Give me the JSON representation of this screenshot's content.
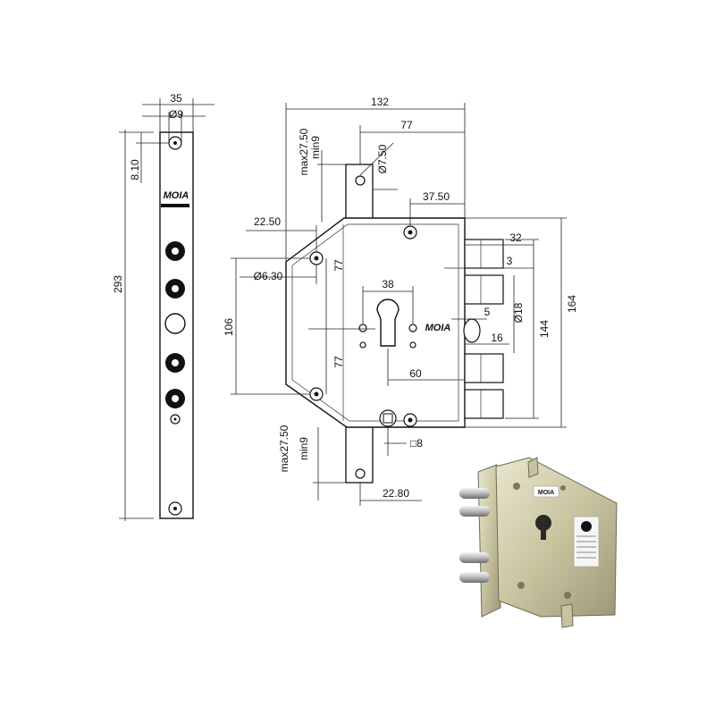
{
  "brand": "MOIA",
  "faceplate": {
    "width": "35",
    "hole_dia": "Ø9",
    "hole_offset": "8.10",
    "length": "293"
  },
  "lockcase": {
    "total_width": "132",
    "backset": "77",
    "strike_max": "max27.50",
    "strike_min": "min9",
    "strike_hole": "Ø7.50",
    "bolt_offset": "37.50",
    "corner_offset": "22.50",
    "side_hole": "Ø6.30",
    "upper_77": "77",
    "lower_77": "77",
    "height_106": "106",
    "cyl_width": "38",
    "cyl_depth": "60",
    "bolt_throw": "32",
    "bolt_gap": "3",
    "latch_5": "5",
    "bolt_dia": "Ø18",
    "bolt_16": "16",
    "bolts_span": "144",
    "total_height": "164",
    "bottom_max": "max27.50",
    "bottom_min": "min9",
    "spindle": "□8",
    "bottom_offset": "22.80"
  },
  "photo": {
    "label_brand": "MOIA"
  }
}
